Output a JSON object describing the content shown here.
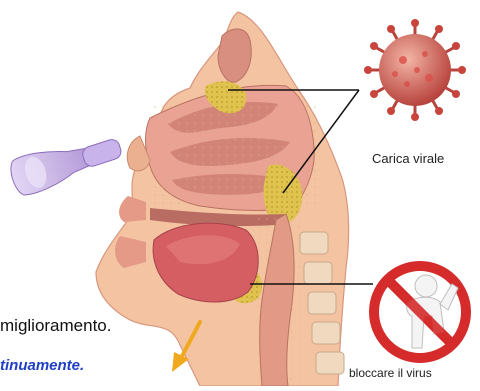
{
  "labels": {
    "viral_load": "Carica virale",
    "block_virus": "bloccare il virus",
    "fragment_top": "miglioramento.",
    "fragment_bottom": "tinuamente."
  },
  "colors": {
    "skin": "#f3c3a2",
    "tissue": "#e89a8a",
    "cavity": "#c97c74",
    "viral_deposit": "#d8c24a",
    "virus_red": "#c9443b",
    "arrow": "#f0a91e",
    "spray": "#b59ad6",
    "accent_blue": "#1f3fc4"
  },
  "icons": {
    "virus": "coronavirus-icon",
    "stop": "no-entry-sign-icon",
    "spray": "nasal-spray-icon",
    "arrow": "downward-arrow-icon"
  }
}
